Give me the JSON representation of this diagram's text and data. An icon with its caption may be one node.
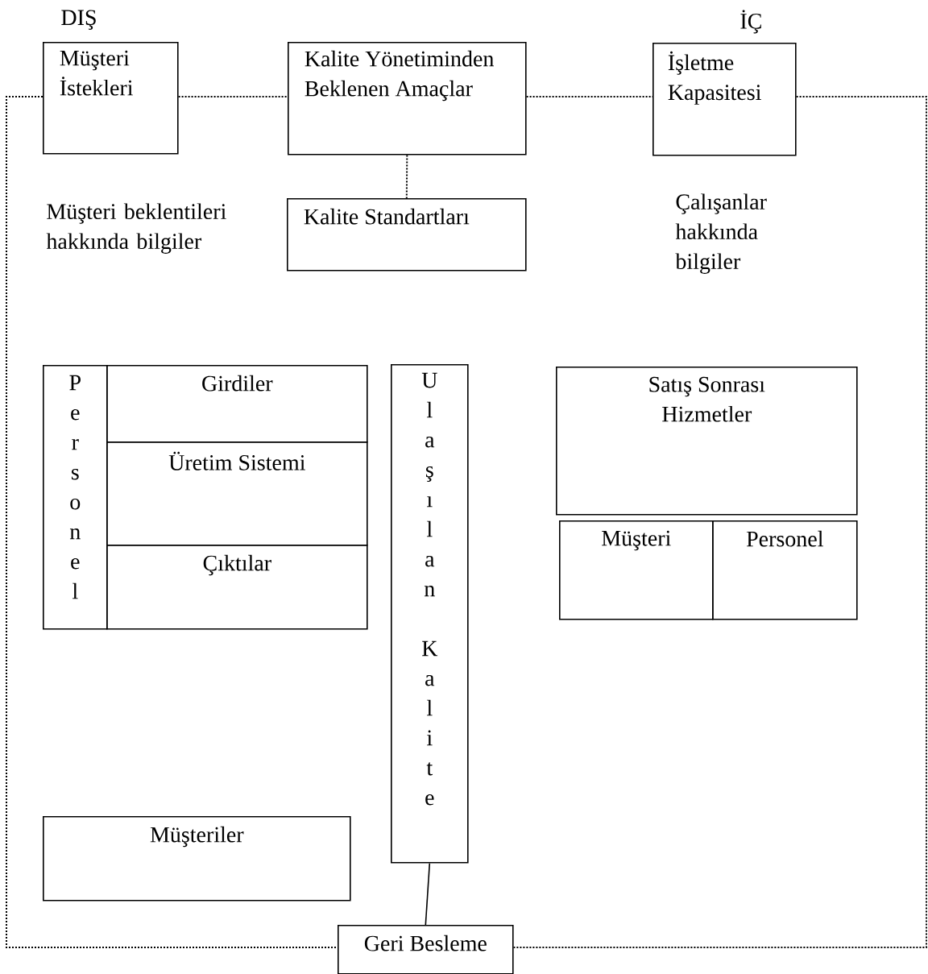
{
  "diagram": {
    "nodes": [
      {
        "text": [
          "Müşteri İstekleri"
        ]
      },
      {
        "text": [
          "Kalite Yönetiminden Beklenen Amaçlar"
        ]
      },
      {
        "text": [
          "İşletme Kapasitesi"
        ]
      },
      {
        "text": [
          "Kalite Standartları"
        ]
      },
      {
        "text": [
          "Personel"
        ]
      },
      {
        "text": [
          "Girdiler"
        ]
      },
      {
        "text": [
          "Üretim Sistemi"
        ]
      },
      {
        "text": [
          "Çıktılar"
        ]
      },
      {
        "text": [
          "Ulaşılan Kalite"
        ]
      },
      {
        "text": [
          "Satış Sonrası Hizmetler"
        ]
      },
      {
        "text": [
          "Müşteri"
        ]
      },
      {
        "text": [
          "Personel"
        ]
      },
      {
        "text": [
          "Müşteriler"
        ]
      },
      {
        "text": [
          "Geri Besleme"
        ]
      }
    ],
    "edges": [
      {
        "from": 0,
        "to": 1,
        "arrow": "none",
        "style": "dashed"
      },
      {
        "from": 1,
        "to": 2,
        "arrow": "none",
        "style": "dashed"
      },
      {
        "from": 1,
        "to": 3,
        "arrow": "none",
        "style": "dashed"
      },
      {
        "from": 0,
        "to": 13,
        "arrow": "none",
        "style": "dashed"
      },
      {
        "from": 2,
        "to": 13,
        "arrow": "none",
        "style": "dashed"
      },
      {
        "from": 8,
        "to": 13,
        "arrow": "none"
      }
    ],
    "labels": [
      "DIŞ",
      "İÇ",
      "Müşteri beklentileri hakkında bilgiler",
      "Çalışanlar hakkında bilgiler"
    ]
  }
}
